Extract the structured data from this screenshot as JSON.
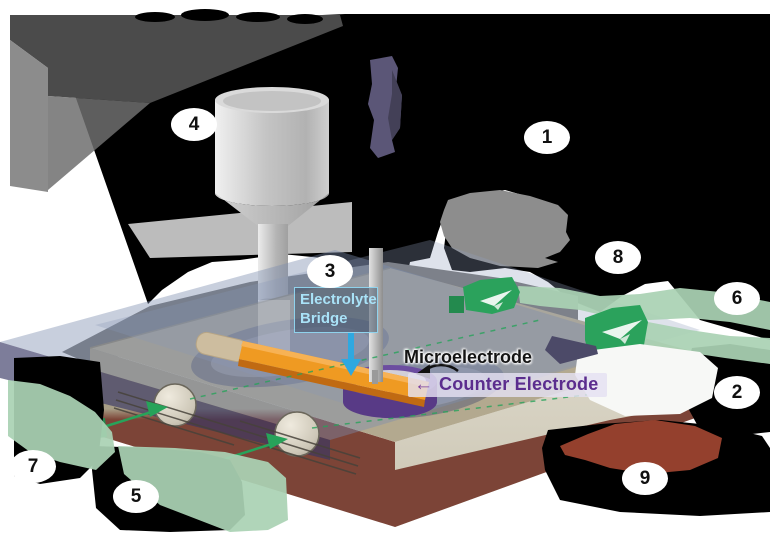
{
  "diagram": {
    "description": "Isometric illustration of an electrochemical microscopy cell stage",
    "labels": {
      "electrolyte_bridge": "Electrolyte Bridge",
      "microelectrode": "Microelectrode",
      "counter_electrode": "Counter Electrode",
      "counter_arrow": "←"
    },
    "callouts": {
      "c1": "1",
      "c2": "2",
      "c3": "3",
      "c4": "4",
      "c5": "5",
      "c6": "6",
      "c7": "7",
      "c8": "8",
      "c9": "9"
    },
    "colors": {
      "redacted_blob_black": "#000000",
      "panel_dark_gray": "#4b4b4b",
      "panel_light_gray": "#8c8c8c",
      "funnel_gray": "#c9c9c9",
      "positioner_purple": "#5b5677",
      "stage_top_tan": "#b3a98f",
      "stage_front_maroon": "#7c4437",
      "glass_blue": "#8ea0bd",
      "sample_orange": "#ef9a22",
      "counter_electrode_purple": "#5a3a8c",
      "approach_arrow_green": "#2ba25c",
      "soft_green_blob": "#aad2b4",
      "electrolyte_arrow_blue": "#2fa8e0",
      "label_text_blue": "#a9e2f7",
      "label_text_purple": "#5b2d8e",
      "red_blob": "#94402d"
    }
  }
}
